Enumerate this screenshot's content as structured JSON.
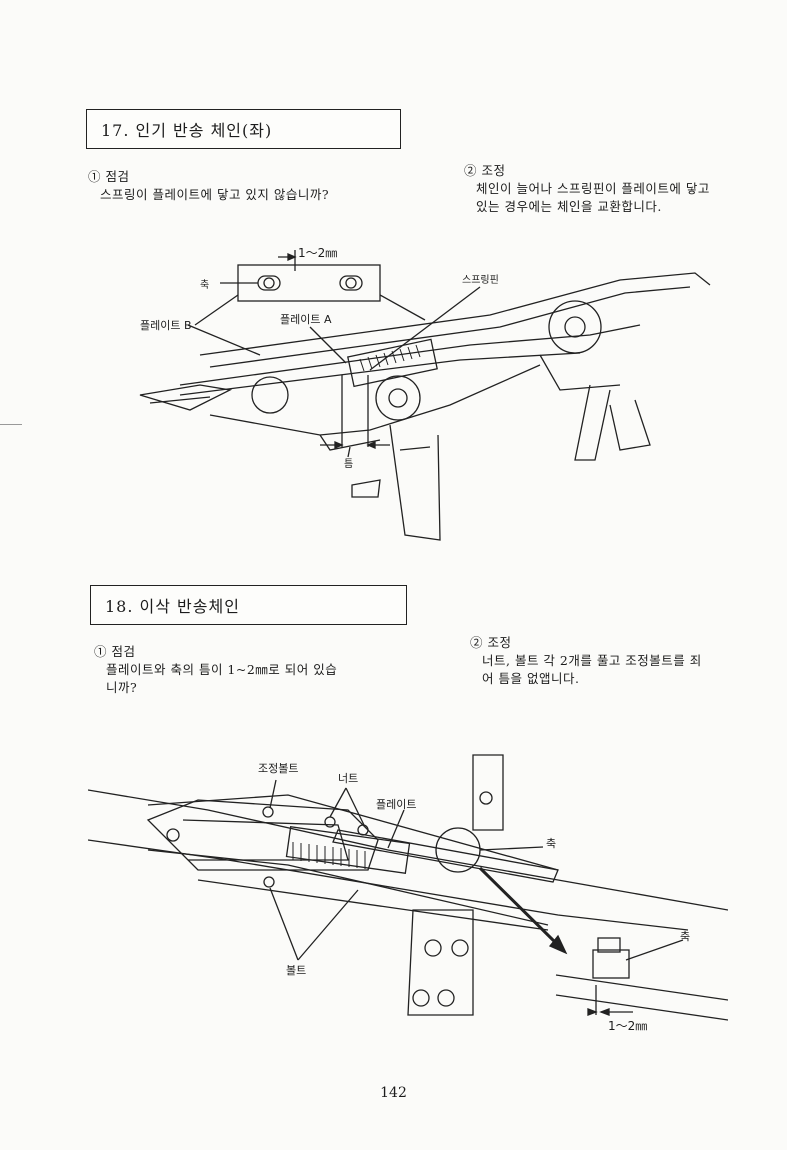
{
  "section17": {
    "title": "17. 인기 반송 체인(좌)",
    "check": {
      "head": "① 점검",
      "body": "스프링이 플레이트에 닿고 있지 않습니까?"
    },
    "adjust": {
      "head": "② 조정",
      "line1": "체인이 늘어나 스프링핀이 플레이트에 닿고",
      "line2": "있는 경우에는 체인을 교환합니다."
    },
    "figure": {
      "dim": "1～2㎜",
      "shaft": "축",
      "plate_b": "플레이트 B",
      "plate_a": "플레이트 A",
      "spring_pin": "스프링핀",
      "gap": "틈"
    }
  },
  "section18": {
    "title": "18. 이삭 반송체인",
    "check": {
      "head": "① 점검",
      "line1": "플레이트와 축의 틈이 1~2㎜로 되어 있습",
      "line2": "니까?"
    },
    "adjust": {
      "head": "② 조정",
      "line1": "너트, 볼트 각 2개를 풀고 조정볼트를 죄",
      "line2": "어 틈을 없앱니다."
    },
    "figure": {
      "adjust_bolt": "조정볼트",
      "nut": "너트",
      "plate": "플레이트",
      "shaft": "축",
      "bolt": "볼트",
      "shaft_detail": "축",
      "dim": "1～2㎜"
    }
  },
  "page_number": "142"
}
